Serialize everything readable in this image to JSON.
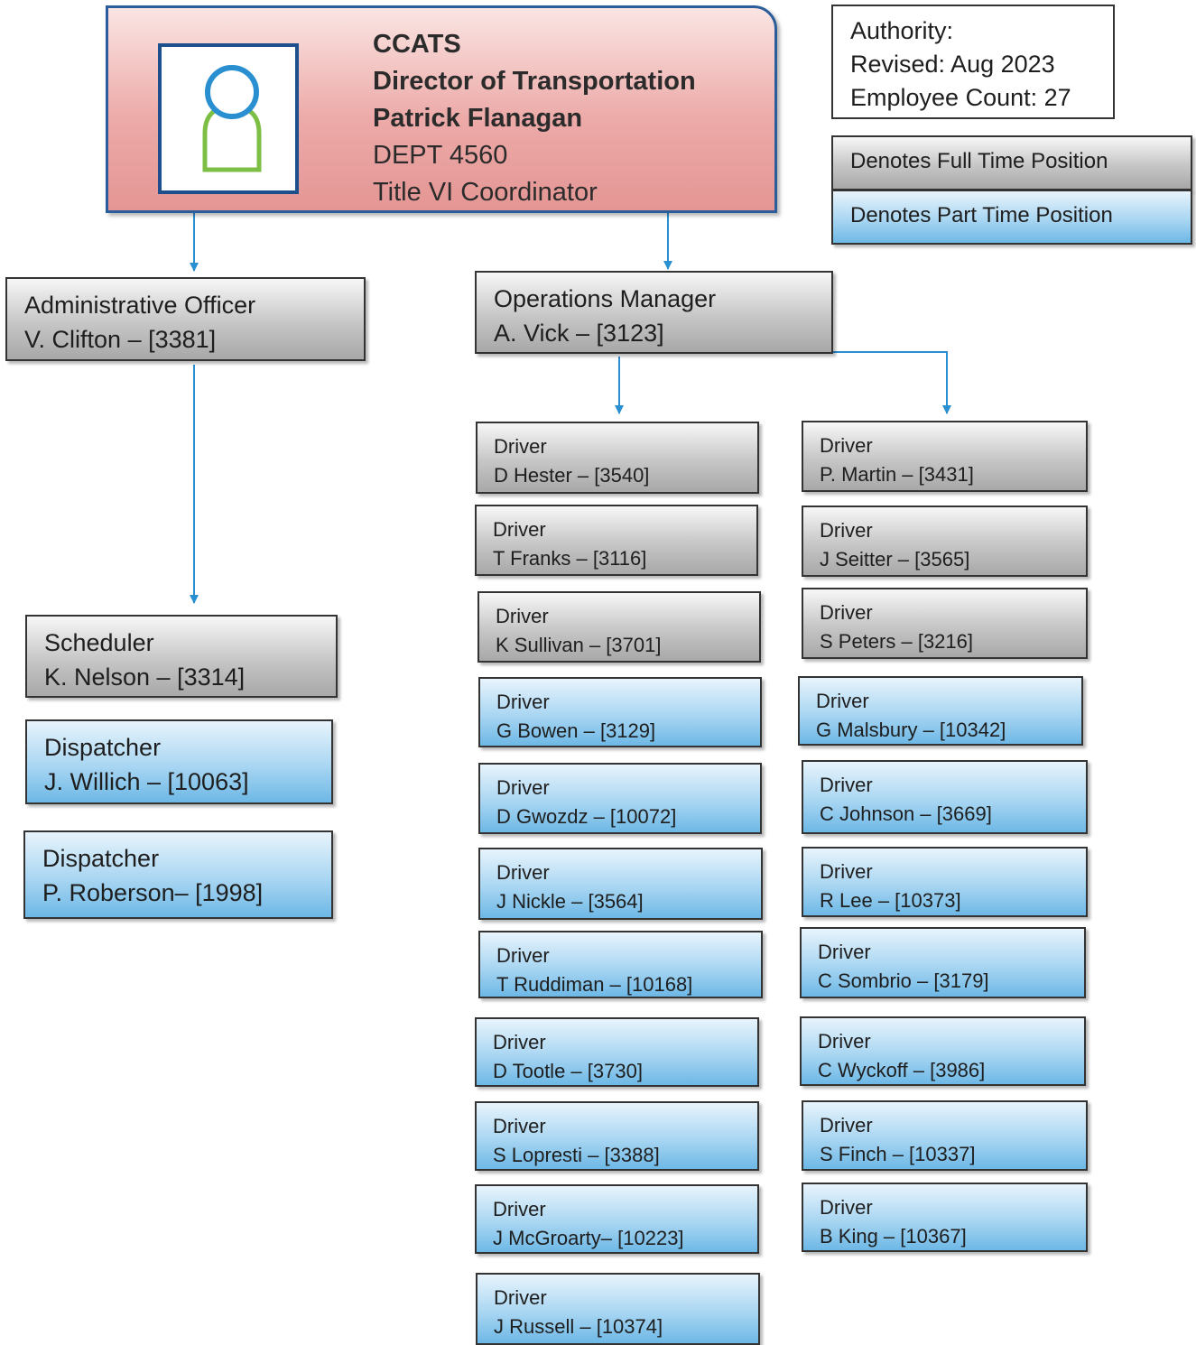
{
  "director": {
    "org": "CCATS",
    "title": "Director of Transportation",
    "name": "Patrick Flanagan",
    "dept": "DEPT 4560",
    "role": "Title VI Coordinator",
    "avatar_icon": "person-icon"
  },
  "authority": {
    "authority_label": "Authority:",
    "revised": "Revised: Aug  2023",
    "employee_count": "Employee Count:  27"
  },
  "legend": {
    "full_time": "Denotes Full Time Position",
    "part_time": "Denotes Part Time Position"
  },
  "colors": {
    "connector": "#2a8fd0",
    "director_fill": "#eaa5a3",
    "director_border": "#2b5d9a",
    "full_time_fill": "#c6c6c6",
    "part_time_fill": "#a9d6f2"
  },
  "admin": {
    "officer": {
      "line1": "Administrative Officer",
      "line2": "V. Clifton – [3381]"
    },
    "scheduler": {
      "line1": "Scheduler",
      "line2": "K. Nelson – [3314]"
    },
    "dispatcher_1": {
      "line1": "Dispatcher",
      "line2": "J. Willich – [10063]"
    },
    "dispatcher_2": {
      "line1": "Dispatcher",
      "line2": "P. Roberson– [1998]"
    }
  },
  "operations": {
    "line1": "Operations Manager",
    "line2": "A. Vick – [3123]"
  },
  "drivers_left": [
    {
      "line1": "Driver",
      "line2": "D Hester – [3540]"
    },
    {
      "line1": "Driver",
      "line2": "T Franks – [3116]"
    },
    {
      "line1": "Driver",
      "line2": "K Sullivan – [3701]"
    },
    {
      "line1": "Driver",
      "line2": "G Bowen – [3129]"
    },
    {
      "line1": "Driver",
      "line2": "D Gwozdz – [10072]"
    },
    {
      "line1": "Driver",
      "line2": "J Nickle – [3564]"
    },
    {
      "line1": "Driver",
      "line2": "T Ruddiman – [10168]"
    },
    {
      "line1": "Driver",
      "line2": "D Tootle – [3730]"
    },
    {
      "line1": "Driver",
      "line2": "S Lopresti – [3388]"
    },
    {
      "line1": "Driver",
      "line2": "J McGroarty– [10223]"
    },
    {
      "line1": "Driver",
      "line2": "J Russell – [10374]"
    }
  ],
  "drivers_right": [
    {
      "line1": "Driver",
      "line2": "P. Martin – [3431]"
    },
    {
      "line1": "Driver",
      "line2": "J Seitter – [3565]"
    },
    {
      "line1": "Driver",
      "line2": "S Peters – [3216]"
    },
    {
      "line1": "Driver",
      "line2": "G Malsbury – [10342]"
    },
    {
      "line1": "Driver",
      "line2": "C Johnson – [3669]"
    },
    {
      "line1": "Driver",
      "line2": "R Lee – [10373]"
    },
    {
      "line1": "Driver",
      "line2": "C Sombrio – [3179]"
    },
    {
      "line1": "Driver",
      "line2": "C Wyckoff – [3986]"
    },
    {
      "line1": "Driver",
      "line2": "S Finch – [10337]"
    },
    {
      "line1": "Driver",
      "line2": "B King – [10367]"
    }
  ]
}
